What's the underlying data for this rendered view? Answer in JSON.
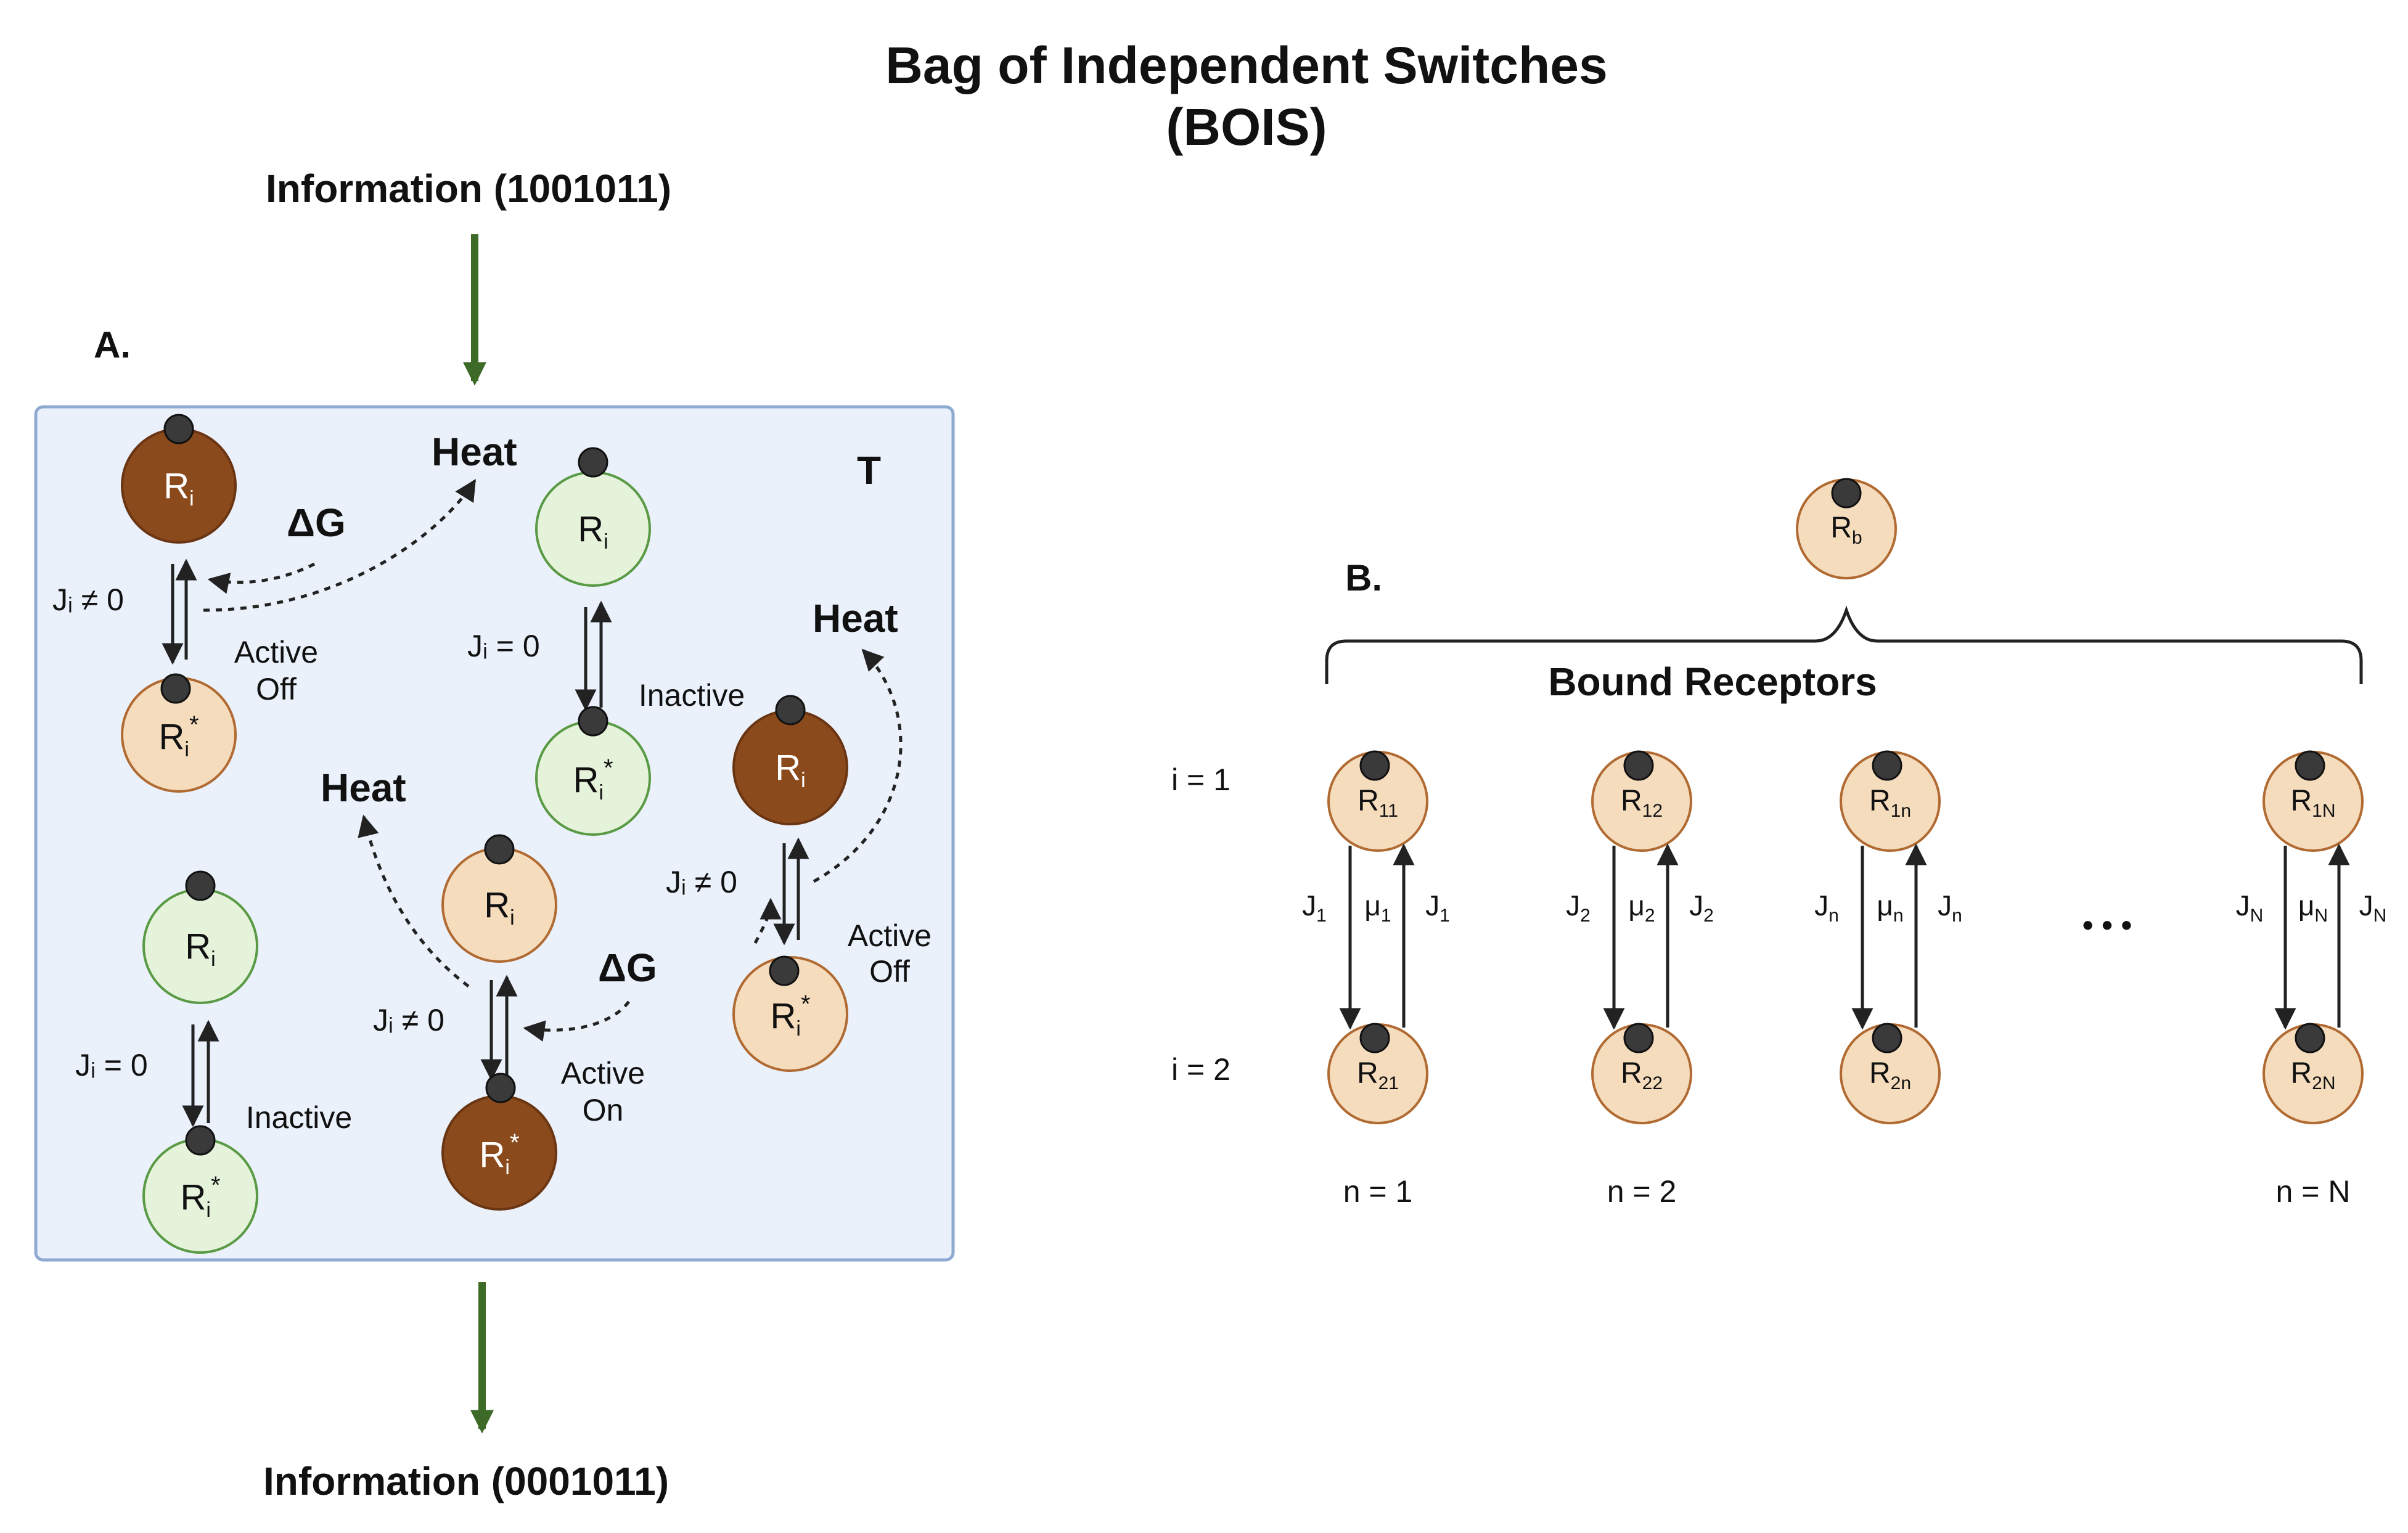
{
  "title": {
    "line1": "Bag of Independent Switches",
    "line2": "(BOIS)"
  },
  "info_in": "Information (1001011)",
  "info_out": "Information (0001011)",
  "colors": {
    "box_fill": "#eaf1fb",
    "box_stroke": "#8eaad3",
    "green_arrow": "#3d6b27",
    "brown_dark": "#8b4a1c",
    "tan": "#f5dcbd",
    "tan_stroke": "#b06a32",
    "green_fill": "#e5f3db",
    "green_stroke": "#5a9a45",
    "dot": "#3a3a3a"
  },
  "panel_a": {
    "label": "A.",
    "temperature": "T",
    "heat": "Heat",
    "dg": "ΔG",
    "R": "R",
    "sub_i": "i",
    "star": "*",
    "j_ne": "Jᵢ ≠ 0",
    "j_eq": "Jᵢ = 0",
    "active": "Active",
    "off": "Off",
    "on": "On",
    "inactive": "Inactive"
  },
  "panel_b": {
    "label": "B.",
    "top_node": {
      "base": "R",
      "sub": "b"
    },
    "brace_label": "Bound Receptors",
    "row1": "i = 1",
    "row2": "i = 2",
    "ellipsis": "• • •",
    "columns": [
      {
        "top_sub": "11",
        "bot_sub": "21",
        "j": "J",
        "j_sub": "1",
        "mu": "μ",
        "mu_sub": "1",
        "n": "n = 1"
      },
      {
        "top_sub": "12",
        "bot_sub": "22",
        "j": "J",
        "j_sub": "2",
        "mu": "μ",
        "mu_sub": "2",
        "n": "n = 2"
      },
      {
        "top_sub": "1n",
        "bot_sub": "2n",
        "j": "J",
        "j_sub": "n",
        "mu": "μ",
        "mu_sub": "n",
        "n": ""
      },
      {
        "top_sub": "1N",
        "bot_sub": "2N",
        "j": "J",
        "j_sub": "N",
        "mu": "μ",
        "mu_sub": "N",
        "n": "n = N"
      }
    ]
  }
}
